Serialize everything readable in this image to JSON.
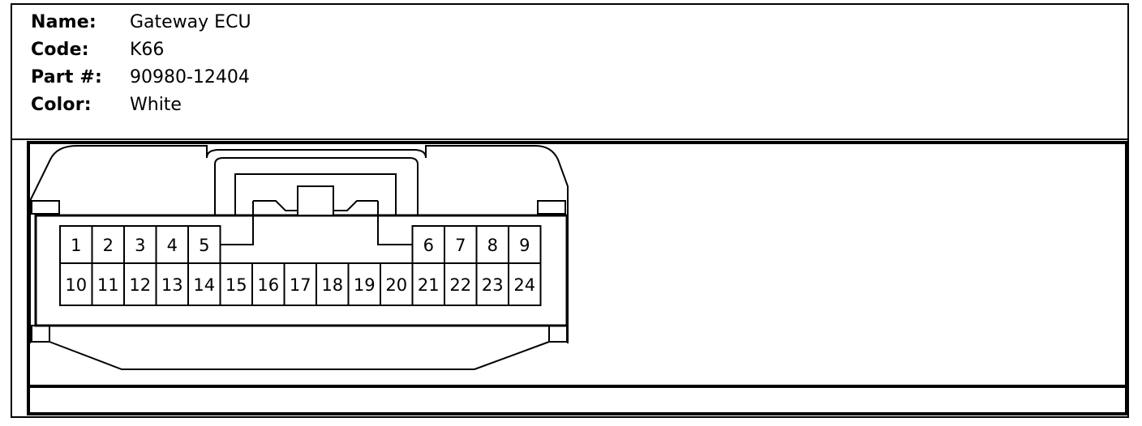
{
  "info": {
    "name_label": "Name:",
    "name_value": "Gateway ECU",
    "code_label": "Code:",
    "code_value": "K66",
    "part_label": "Part #:",
    "part_value": "90980-12404",
    "color_label": "Color:",
    "color_value": "White"
  },
  "connector": {
    "pins_top_left": [
      "1",
      "2",
      "3",
      "4",
      "5"
    ],
    "pins_top_right": [
      "6",
      "7",
      "8",
      "9"
    ],
    "pins_bottom": [
      "10",
      "11",
      "12",
      "13",
      "14",
      "15",
      "16",
      "17",
      "18",
      "19",
      "20",
      "21",
      "22",
      "23",
      "24"
    ]
  }
}
